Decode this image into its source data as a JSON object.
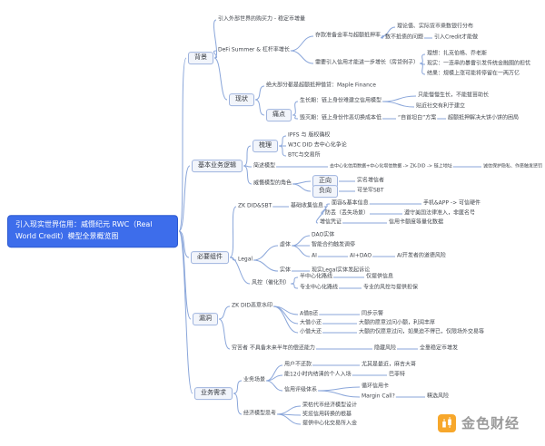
{
  "root": "引入现实世界信用：威慑纪元 RWC（Real World Credit）模型全景概览图",
  "nodes": {
    "b1": "背景",
    "b2": "基本业务逻辑",
    "b3": "必要组件",
    "b4": "漏洞",
    "b5": "业务需求",
    "n1": "引入外部世界的购买力 - 稳定币增量",
    "n2": "DeFi Summer & 杠杆率增长",
    "n3": "存款准备金率与超额抵押率",
    "n4": "理论值、实际货币乘数银行分布",
    "n5": "数不抵债的问题",
    "n6": "引入Credit才能做",
    "n7": "需要引入信用才能进一步增长（房贷例子）",
    "n8": "理想：扎克伯格、乔老斯",
    "n9": "现实：一连串的暴雷引发传统金融圈的担忧",
    "n10": "结果：规模上涨可能将停留在一两万亿",
    "bxz": "现状",
    "n11": "绝大部分都是超额抵押借贷：Maple Finance",
    "btd": "痛点",
    "n12": "生长期：链上身份难建立信用模型",
    "n13": "只能慢慢生长，不能拔苗助长",
    "n14": "贴近社交有利于建立",
    "n15": "毁灭期：链上身份作恶切换成本低",
    "n16": "“自首坦白”方案",
    "n17": "超额抵押解决大饼小饼的困局",
    "bsl": "梳理",
    "n20": "IPFS 与 版权确权",
    "n21": "W3C DID 去中心化争论",
    "n22": "BTC与交易所",
    "n23": "简述模型",
    "n24": "去中心化信用数据+中心化增信数据 -> ZK-DID -> 链上地址",
    "n25": "诚信保护隐私、作恶触发惩罚",
    "n26": "威慑模型的角色",
    "bzx": "正向",
    "n27": "实名增信者",
    "bfx": "负向",
    "n28": "可坐牢SBT",
    "n30": "ZK DID&SBT",
    "n31": "基础收集信息",
    "n32": "面容&基本信息",
    "n33": "手机&APP -> 可信硬件",
    "n34": "防丢（丢失场景）",
    "n35": "遵守美国法律准入，非匿名号",
    "n36": "增信凭证",
    "n37": "信用卡额度等量化数据",
    "n38": "Legal",
    "n39": "虚体",
    "n40": "DAO实体",
    "n41": "智能合约触发调停",
    "n42": "AI",
    "n43": "AI+DAO",
    "n44": "AI开发者的道德风险",
    "n45": "实体",
    "n46": "现实Legal实体发起诉讼",
    "n47": "风控（催化剂）",
    "n48": "半中心化路线",
    "n49": "仅提供信息",
    "n50": "专业中心化路线",
    "n51": "专业的风控与提供担保",
    "n55": "ZK DID恶意水印",
    "n56": "A借B还",
    "n57": "同步示警",
    "n58": "大借小还",
    "n59": "大额的愿意过问小额，利润丰厚",
    "n60": "小借大还",
    "n61": "大额的仅愿意过问，如果迫不得已，仅限场外交易等",
    "n62": "穷苦者 不具备未来半年的偿还能力",
    "n63": "隐藏风险",
    "n64": "全靠稳定币增发",
    "n70": "业务场景",
    "n71": "用户不还款",
    "n72": "尤其是最近，麻吉大哥",
    "n73": "能12小时内结清的个人入场",
    "n74": "巴菲特",
    "n75": "信用评级体系",
    "n76": "循环信用卡",
    "n77": "Margin Call?",
    "n78": "精选风险",
    "n80": "经济模型思考",
    "n81": "荣枯代币经济模型设计",
    "n82": "奖惩信用转换的根基",
    "n83": "提供中心化交易所入金"
  },
  "brand": {
    "name": "金色财经",
    "icon_color": "#F7A72B",
    "root_color": "#3D6DEB",
    "line_color": "#8AA6DA"
  }
}
